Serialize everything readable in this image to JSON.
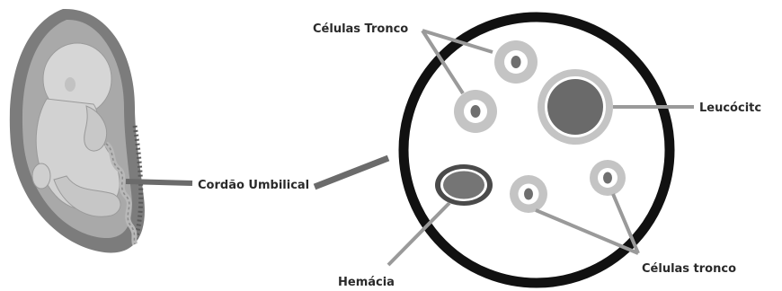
{
  "labels": {
    "stem_cells_top": "Células Tronco",
    "umbilical_cord": "Cordão Umbilical",
    "leukocyte": "Leucócitc",
    "red_blood_cell": "Hemácia",
    "stem_cells_bottom": "Células tronco"
  },
  "colors": {
    "ring": "#111111",
    "connector": "#9a9a9a",
    "cord_connector": "#6b6b6b",
    "cell_outer": "#c4c4c4",
    "cell_inner": "#6f6f6f",
    "leukocyte_nucleus": "#6a6a6a",
    "hemacia_fill": "#757575",
    "hemacia_border": "#4a4a4a",
    "womb": "#8c8c8c",
    "fetus": "#cfcfcf"
  },
  "icons": {
    "fetus_illustration": "fetus-in-womb-icon"
  }
}
